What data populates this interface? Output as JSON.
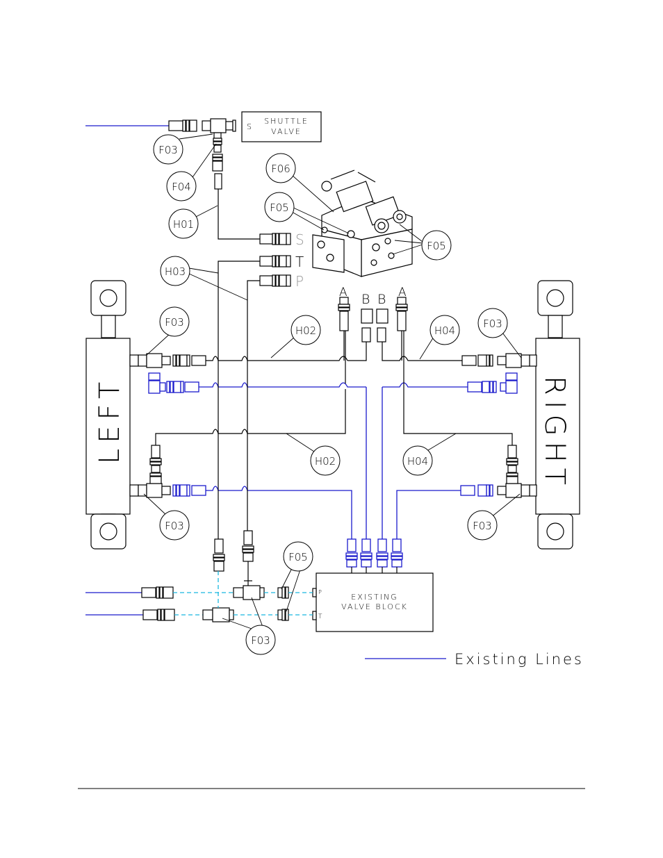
{
  "labels": {
    "shuttle_valve_line1": "SHUTTLE",
    "shuttle_valve_line2": "VALVE",
    "shuttle_port_s": "S",
    "port_s": "S",
    "port_t": "T",
    "port_p": "P",
    "port_a_left": "A",
    "port_b_left": "B",
    "port_b_right": "B",
    "port_a_right": "A",
    "cylinder_left": "LEFT",
    "cylinder_right": "RIGHT",
    "existing_block_line1": "EXISTING",
    "existing_block_line2": "VALVE BLOCK",
    "block_port_p": "P",
    "block_port_t": "T",
    "legend_text": "Existing Lines"
  },
  "callouts": {
    "f03_top": "F03",
    "f04": "F04",
    "h01": "H01",
    "f06": "F06",
    "f05_upper": "F05",
    "f05_right": "F05",
    "h03": "H03",
    "f03_left_top": "F03",
    "h02_top": "H02",
    "h04_top": "H04",
    "f03_right_top": "F03",
    "h02_bottom": "H02",
    "h04_bottom": "H04",
    "f03_left_bottom": "F03",
    "f03_right_bottom": "F03",
    "f05_lower": "F05",
    "f03_lower": "F03"
  },
  "colors": {
    "existing_line": "#1a1acc",
    "new_line": "#000000",
    "dashed_line": "#1ab8e0"
  }
}
